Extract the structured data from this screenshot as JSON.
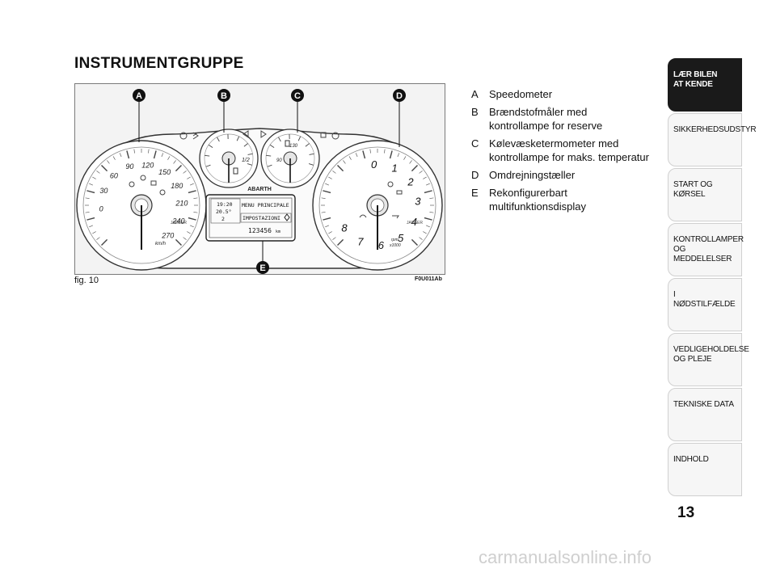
{
  "page": {
    "heading": "INSTRUMENTGRUPPE",
    "page_number": "13",
    "watermark": "carmanualsonline.info"
  },
  "figure": {
    "label": "fig. 10",
    "code": "F0U011Ab",
    "callouts": [
      "A",
      "B",
      "C",
      "D",
      "E"
    ],
    "brand": "ABARTH",
    "speedometer": {
      "ticks": [
        "0",
        "30",
        "60",
        "90",
        "120",
        "150",
        "180",
        "210",
        "240",
        "270"
      ],
      "unit": "km/h",
      "maker": "JAEGER"
    },
    "fuel_gauge": {
      "half_mark": "1/2"
    },
    "temp_gauge": {
      "low": "90",
      "high": "130"
    },
    "tachometer": {
      "ticks": [
        "0",
        "1",
        "2",
        "3",
        "4",
        "5",
        "6",
        "7",
        "8"
      ],
      "unit_top": "rpm",
      "unit_bottom": "x1000",
      "maker": "JAEGER"
    },
    "display": {
      "time": "19:20",
      "temperature": "20.5°",
      "gear": "2",
      "menu_line1": "MENU PRINCIPALE",
      "menu_line2": "IMPOSTAZIONI",
      "odometer": "123456",
      "odometer_unit": "km"
    }
  },
  "legend": [
    {
      "key": "A",
      "text": "Speedometer"
    },
    {
      "key": "B",
      "text": "Brændstofmåler med kontrollampe for reserve"
    },
    {
      "key": "C",
      "text": "Kølevæsketermometer med kontrollampe for maks. temperatur"
    },
    {
      "key": "D",
      "text": "Omdrejningstæller"
    },
    {
      "key": "E",
      "text": "Rekonfigurerbart multifunktionsdisplay"
    }
  ],
  "tabs": [
    {
      "lines": [
        "LÆR BILEN",
        "AT KENDE"
      ],
      "active": true
    },
    {
      "lines": [
        "SIKKERHEDSUDSTYR"
      ],
      "active": false
    },
    {
      "lines": [
        "START OG KØRSEL"
      ],
      "active": false
    },
    {
      "lines": [
        "KONTROLLAMPER",
        "OG MEDDELELSER"
      ],
      "active": false
    },
    {
      "lines": [
        "I NØDSTILFÆLDE"
      ],
      "active": false
    },
    {
      "lines": [
        "VEDLIGEHOLDELSE",
        "OG PLEJE"
      ],
      "active": false
    },
    {
      "lines": [
        "TEKNISKE DATA"
      ],
      "active": false
    },
    {
      "lines": [
        "INDHOLD"
      ],
      "active": false
    }
  ]
}
